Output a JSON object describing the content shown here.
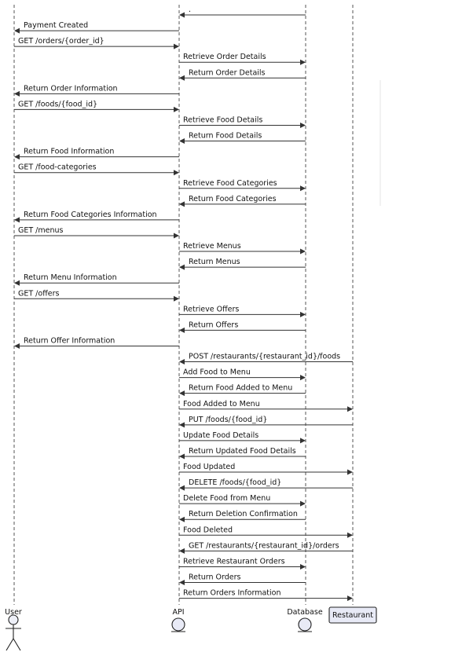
{
  "participants": [
    {
      "id": "user",
      "label": "User",
      "kind": "actor"
    },
    {
      "id": "api",
      "label": "API",
      "kind": "entity"
    },
    {
      "id": "database",
      "label": "Database",
      "kind": "entity"
    },
    {
      "id": "restaurant",
      "label": "Restaurant",
      "kind": "participant"
    }
  ],
  "messages": [
    {
      "from": "database",
      "to": "api",
      "label": "."
    },
    {
      "from": "api",
      "to": "user",
      "label": "Payment Created"
    },
    {
      "from": "user",
      "to": "api",
      "label": "GET /orders/{order_id}"
    },
    {
      "from": "api",
      "to": "database",
      "label": "Retrieve Order Details"
    },
    {
      "from": "database",
      "to": "api",
      "label": "Return Order Details"
    },
    {
      "from": "api",
      "to": "user",
      "label": "Return Order Information"
    },
    {
      "from": "user",
      "to": "api",
      "label": "GET /foods/{food_id}"
    },
    {
      "from": "api",
      "to": "database",
      "label": "Retrieve Food Details"
    },
    {
      "from": "database",
      "to": "api",
      "label": "Return Food Details"
    },
    {
      "from": "api",
      "to": "user",
      "label": "Return Food Information"
    },
    {
      "from": "user",
      "to": "api",
      "label": "GET /food-categories"
    },
    {
      "from": "api",
      "to": "database",
      "label": "Retrieve Food Categories"
    },
    {
      "from": "database",
      "to": "api",
      "label": "Return Food Categories"
    },
    {
      "from": "api",
      "to": "user",
      "label": "Return Food Categories Information"
    },
    {
      "from": "user",
      "to": "api",
      "label": "GET /menus"
    },
    {
      "from": "api",
      "to": "database",
      "label": "Retrieve Menus"
    },
    {
      "from": "database",
      "to": "api",
      "label": "Return Menus"
    },
    {
      "from": "api",
      "to": "user",
      "label": "Return Menu Information"
    },
    {
      "from": "user",
      "to": "api",
      "label": "GET /offers"
    },
    {
      "from": "api",
      "to": "database",
      "label": "Retrieve Offers"
    },
    {
      "from": "database",
      "to": "api",
      "label": "Return Offers"
    },
    {
      "from": "api",
      "to": "user",
      "label": "Return Offer Information"
    },
    {
      "from": "restaurant",
      "to": "api",
      "label": "POST /restaurants/{restaurant_id}/foods"
    },
    {
      "from": "api",
      "to": "database",
      "label": "Add Food to Menu"
    },
    {
      "from": "database",
      "to": "api",
      "label": "Return Food Added to Menu"
    },
    {
      "from": "api",
      "to": "restaurant",
      "label": "Food Added to Menu"
    },
    {
      "from": "restaurant",
      "to": "api",
      "label": "PUT /foods/{food_id}"
    },
    {
      "from": "api",
      "to": "database",
      "label": "Update Food Details"
    },
    {
      "from": "database",
      "to": "api",
      "label": "Return Updated Food Details"
    },
    {
      "from": "api",
      "to": "restaurant",
      "label": "Food Updated"
    },
    {
      "from": "restaurant",
      "to": "api",
      "label": "DELETE /foods/{food_id}"
    },
    {
      "from": "api",
      "to": "database",
      "label": "Delete Food from Menu"
    },
    {
      "from": "database",
      "to": "api",
      "label": "Return Deletion Confirmation"
    },
    {
      "from": "api",
      "to": "restaurant",
      "label": "Food Deleted"
    },
    {
      "from": "restaurant",
      "to": "api",
      "label": "GET /restaurants/{restaurant_id}/orders"
    },
    {
      "from": "api",
      "to": "database",
      "label": "Retrieve Restaurant Orders"
    },
    {
      "from": "database",
      "to": "api",
      "label": "Return Orders"
    },
    {
      "from": "api",
      "to": "restaurant",
      "label": "Return Orders Information"
    }
  ]
}
